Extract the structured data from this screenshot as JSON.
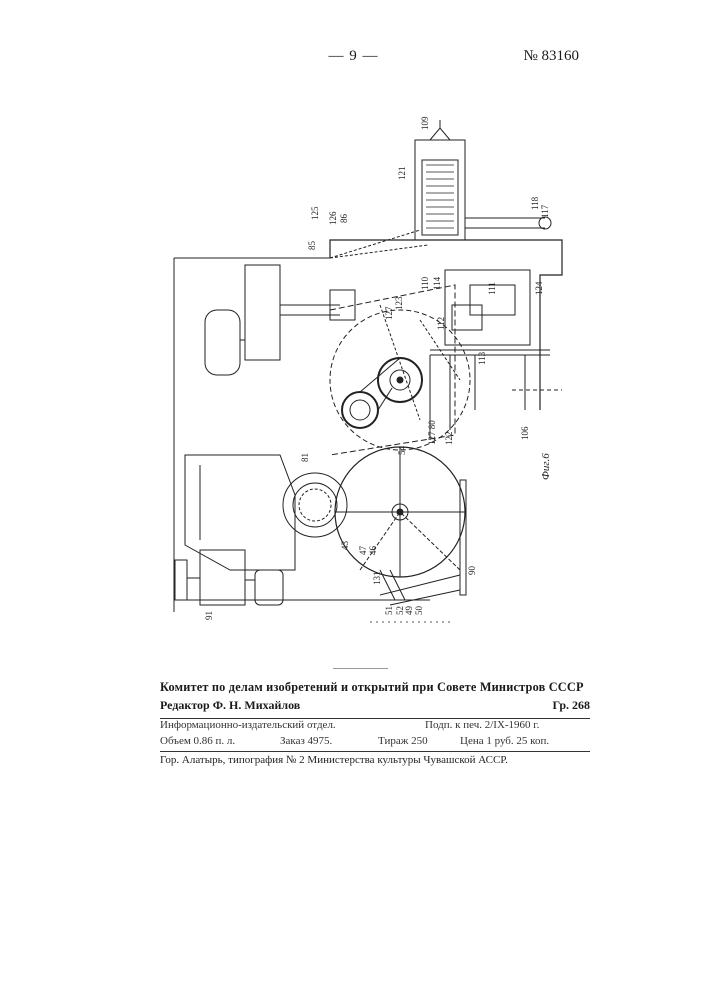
{
  "page_number": "— 9 —",
  "doc_number": "№ 83160",
  "figure_label": "Фиг.6",
  "drawing_labels": {
    "l109": "109",
    "l121": "121",
    "l125": "125",
    "l126": "126",
    "l86": "86",
    "l85": "85",
    "l118": "118",
    "l117": "117",
    "l124": "124",
    "l111": "111",
    "l114": "114",
    "l110": "110",
    "l123": "123",
    "l127": "127",
    "l112": "112",
    "l113": "113",
    "l122": "122",
    "l106": "106",
    "l54": "54",
    "l81": "81",
    "l90": "90",
    "l43": "43",
    "l131": "131",
    "l91": "91",
    "l51": "51",
    "l52": "52",
    "l49": "49",
    "l50": "50",
    "l47": "47",
    "l46": "46",
    "l127b": "127 80"
  },
  "colophon": {
    "committee": "Комитет по делам изобретений и открытий при Совете Министров СССР",
    "editor": "Редактор Ф. Н. Михайлов",
    "group": "Гр. 268",
    "info_dept": "Информационно-издательский отдел.",
    "signed": "Подп. к печ. 2/IX-1960 г.",
    "volume": "Объем 0.86 п. л.",
    "order": "Заказ 4975.",
    "print_run": "Тираж 250",
    "price": "Цена 1 руб. 25 коп.",
    "printer": "Гор. Алатырь, типография № 2 Министерства культуры Чувашской АССР."
  }
}
